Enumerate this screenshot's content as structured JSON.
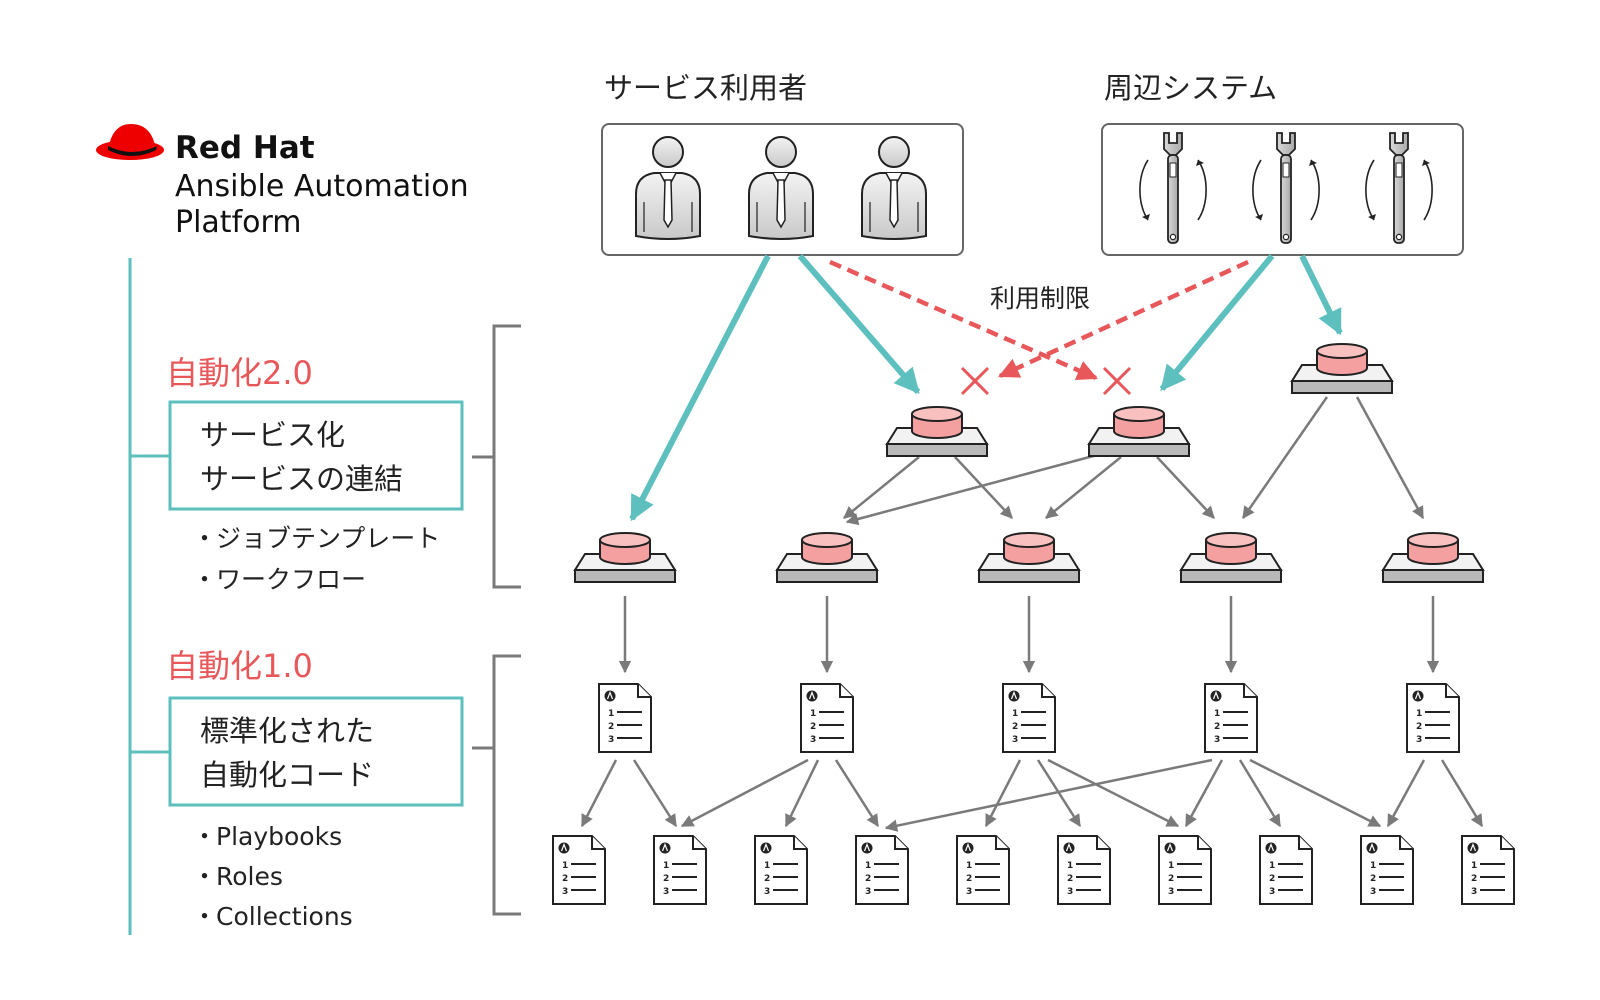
{
  "colors": {
    "teal": "#5ebfbf",
    "red_accent": "#e8585a",
    "gray_arrow": "#7a7a7a",
    "button_pink": "#f4a0a0",
    "button_base": "#e6e6e6",
    "redhat_red": "#ee0000"
  },
  "brand": {
    "logo_icon": "red-hat-fedora-icon",
    "line1": "Red Hat",
    "line2": "Ansible Automation",
    "line3": "Platform"
  },
  "top_groups": {
    "users": {
      "label": "サービス利用者",
      "icon": "person-icon"
    },
    "systems": {
      "label": "周辺システム",
      "icon": "wrench-icon"
    }
  },
  "restriction_label": "利用制限",
  "levels": [
    {
      "title": "自動化2.0",
      "box_lines": [
        "サービス化",
        "サービスの連結"
      ],
      "bullets": [
        "ジョブテンプレート",
        "ワークフロー"
      ]
    },
    {
      "title": "自動化1.0",
      "box_lines": [
        "標準化された",
        "自動化コード"
      ],
      "bullets": [
        "Playbooks",
        "Roles",
        "Collections"
      ]
    }
  ],
  "bullet_mark": "・",
  "doc_numbers": [
    "1",
    "2",
    "3"
  ]
}
